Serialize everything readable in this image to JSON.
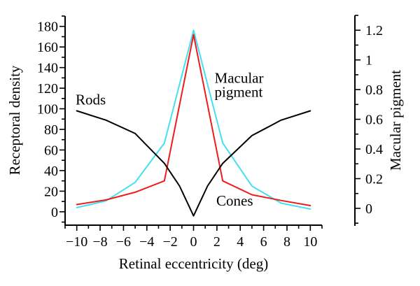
{
  "chart_data": {
    "type": "line",
    "title": "",
    "background": "#ffffff",
    "grid": false,
    "legend": "inline-annotations",
    "x_axis": {
      "label": "Retinal eccentricity (deg)",
      "range": [
        -11,
        11
      ],
      "major_ticks": [
        -10,
        -8,
        -6,
        -4,
        -2,
        0,
        2,
        4,
        6,
        8,
        10
      ],
      "major_tick_labels": [
        "−10",
        "−8",
        "−6",
        "−4",
        "−2",
        "0",
        "2",
        "4",
        "6",
        "8",
        "10"
      ],
      "minor_tick_step": 1
    },
    "y_axis_left": {
      "label": "Receptoral density",
      "range": [
        -13,
        190
      ],
      "major_ticks": [
        0,
        20,
        40,
        60,
        80,
        100,
        120,
        140,
        160,
        180
      ],
      "major_tick_labels": [
        "0",
        "20",
        "40",
        "60",
        "80",
        "100",
        "120",
        "140",
        "160",
        "180"
      ],
      "minor_tick_step": 10
    },
    "y_axis_right": {
      "label": "Macular pigment",
      "range": [
        -0.118,
        1.3
      ],
      "major_ticks": [
        0,
        0.2,
        0.4,
        0.6,
        0.8,
        1,
        1.2
      ],
      "major_tick_labels": [
        "0",
        "0.2",
        "0.4",
        "0.6",
        "0.8",
        "1",
        "1.2"
      ],
      "minor_tick_step": 0.1
    },
    "series": [
      {
        "name": "Rods",
        "color": "#000000",
        "axis": "left",
        "points": [
          [
            -10,
            98
          ],
          [
            -7.5,
            89
          ],
          [
            -5,
            76
          ],
          [
            -2.5,
            47
          ],
          [
            -1.2,
            25
          ],
          [
            0,
            -4
          ],
          [
            1.2,
            25
          ],
          [
            2.5,
            47
          ],
          [
            5,
            74
          ],
          [
            7.5,
            89
          ],
          [
            10,
            98
          ]
        ]
      },
      {
        "name": "Cones",
        "color": "#ee1c1c",
        "axis": "left",
        "points": [
          [
            -10,
            7
          ],
          [
            -7.5,
            11.5
          ],
          [
            -5,
            19
          ],
          [
            -2.5,
            30
          ],
          [
            0,
            172
          ],
          [
            2.5,
            30
          ],
          [
            5,
            16.5
          ],
          [
            7.5,
            11
          ],
          [
            10,
            6
          ]
        ]
      },
      {
        "name": "Macular pigment",
        "color": "#45dff2",
        "axis": "right",
        "points": [
          [
            -10,
            0.005
          ],
          [
            -7.5,
            0.05
          ],
          [
            -5,
            0.175
          ],
          [
            -2.5,
            0.44
          ],
          [
            0,
            1.2
          ],
          [
            2.5,
            0.44
          ],
          [
            5,
            0.15
          ],
          [
            7.5,
            0.035
          ],
          [
            10,
            -0.005
          ]
        ]
      }
    ],
    "annotations": [
      {
        "text": "Rods",
        "x": -10.1,
        "y": 104,
        "color": "#000000"
      },
      {
        "text": "Macular",
        "x": 1.8,
        "y": 125,
        "color": "#45dff2"
      },
      {
        "text": "pigment",
        "x": 1.8,
        "y": 111.5,
        "color": "#45dff2"
      },
      {
        "text": "Cones",
        "x": 1.95,
        "y": 6,
        "color": "#ee1c1c"
      }
    ]
  }
}
